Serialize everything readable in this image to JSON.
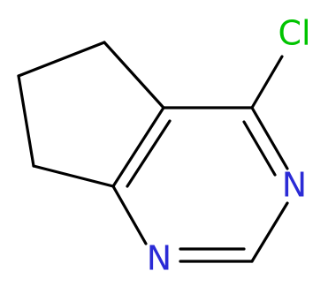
{
  "molecule": {
    "atoms": {
      "cl": {
        "symbol": "Cl",
        "color": "#00c400"
      },
      "n3": {
        "symbol": "N",
        "color": "#2b2bd6"
      },
      "n1": {
        "symbol": "N",
        "color": "#2b2bd6"
      }
    }
  }
}
